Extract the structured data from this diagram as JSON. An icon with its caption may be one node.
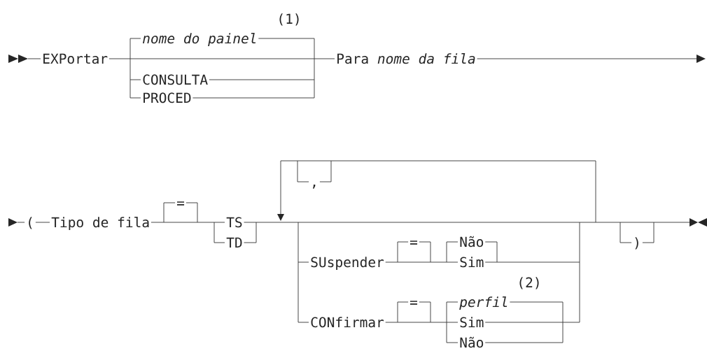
{
  "diagram": {
    "labels": [
      "(1)",
      "nome do painel",
      "EXPortar",
      "Para *nome da fila*",
      "CONSULTA",
      "PROCED",
      ",",
      "=",
      "(",
      "Tipo de fila",
      "TS",
      "TD",
      "=",
      "Não",
      ")",
      "SUspender",
      "Sim",
      "(2)",
      "=",
      "perfil",
      "CONfirmar",
      "Sim",
      "Não"
    ]
  }
}
